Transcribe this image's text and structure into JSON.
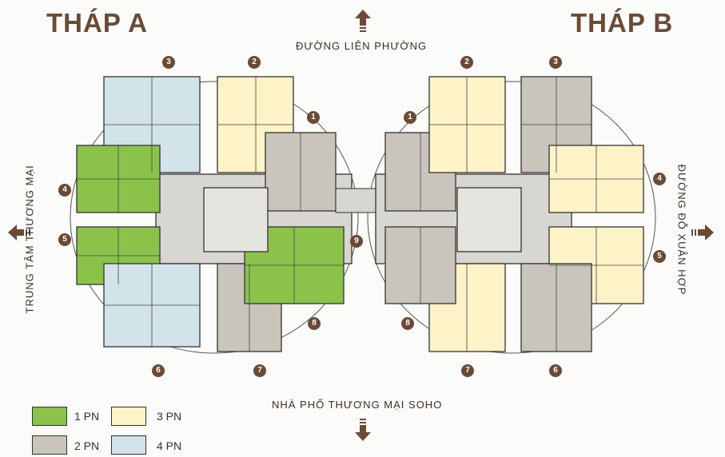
{
  "towers": [
    {
      "title": "THÁP A"
    },
    {
      "title": "THÁP B"
    }
  ],
  "streets": {
    "top": "ĐƯỜNG LIÊN PHƯỜNG",
    "bottom": "NHÀ PHỐ THƯƠNG MẠI SOHO",
    "left": "TRUNG TÂM THƯƠNG MẠI",
    "right": "ĐƯỜNG ĐỖ XUÂN HỢP"
  },
  "legend": [
    {
      "label": "1 PN",
      "color": "#8bc34a"
    },
    {
      "label": "3 PN",
      "color": "#fdf3c6"
    },
    {
      "label": "2 PN",
      "color": "#c9c5bc"
    },
    {
      "label": "4 PN",
      "color": "#d3e3ea"
    }
  ],
  "unit_markers": {
    "tower_a": [
      "3",
      "2",
      "1",
      "4",
      "5",
      "9",
      "8",
      "6",
      "7"
    ],
    "tower_b": [
      "2",
      "3",
      "1",
      "4",
      "5",
      "8",
      "7",
      "6"
    ]
  }
}
